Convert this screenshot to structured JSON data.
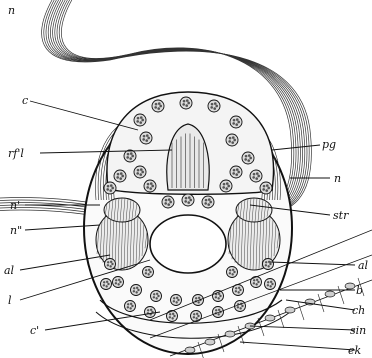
{
  "figure": {
    "labels": {
      "n_top": "n",
      "c": "c",
      "pg": "pg",
      "rfl": "rf'l",
      "n_right": "n",
      "str": "str",
      "n_prime": "n'",
      "n_dprime": "n\"",
      "al_left": "al",
      "al_right": "al",
      "l": "l",
      "b": "b",
      "ch": "ch",
      "c_prime": "c'",
      "sin": "sin",
      "ek": "ek"
    }
  }
}
